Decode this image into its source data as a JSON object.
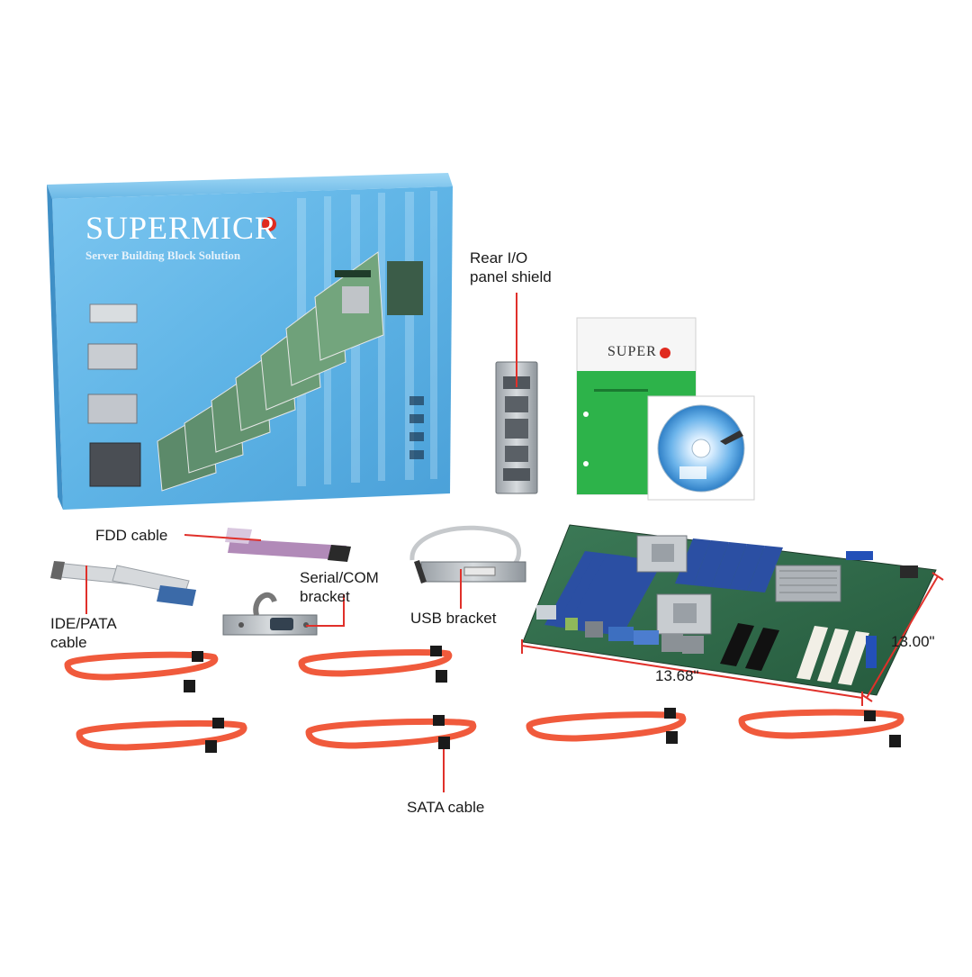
{
  "box": {
    "brand": "SUPERMICR",
    "tagline": "Server Building Block Solution"
  },
  "manual": {
    "brand": "SUPER"
  },
  "labels": {
    "rear_io_line1": "Rear I/O",
    "rear_io_line2": "panel shield",
    "fdd_cable": "FDD cable",
    "serial_line1": "Serial/COM",
    "serial_line2": "bracket",
    "ide_line1": "IDE/PATA",
    "ide_line2": "cable",
    "usb_bracket": "USB bracket",
    "sata_cable": "SATA cable"
  },
  "dimensions": {
    "width": "13.68\"",
    "depth": "13.00\""
  },
  "colors": {
    "box_blue": "#5fb4e6",
    "leader_line": "#e0302a",
    "sata_red": "#f05a3c",
    "pcb_green": "#2f6b4a",
    "manual_green": "#2db34a"
  }
}
